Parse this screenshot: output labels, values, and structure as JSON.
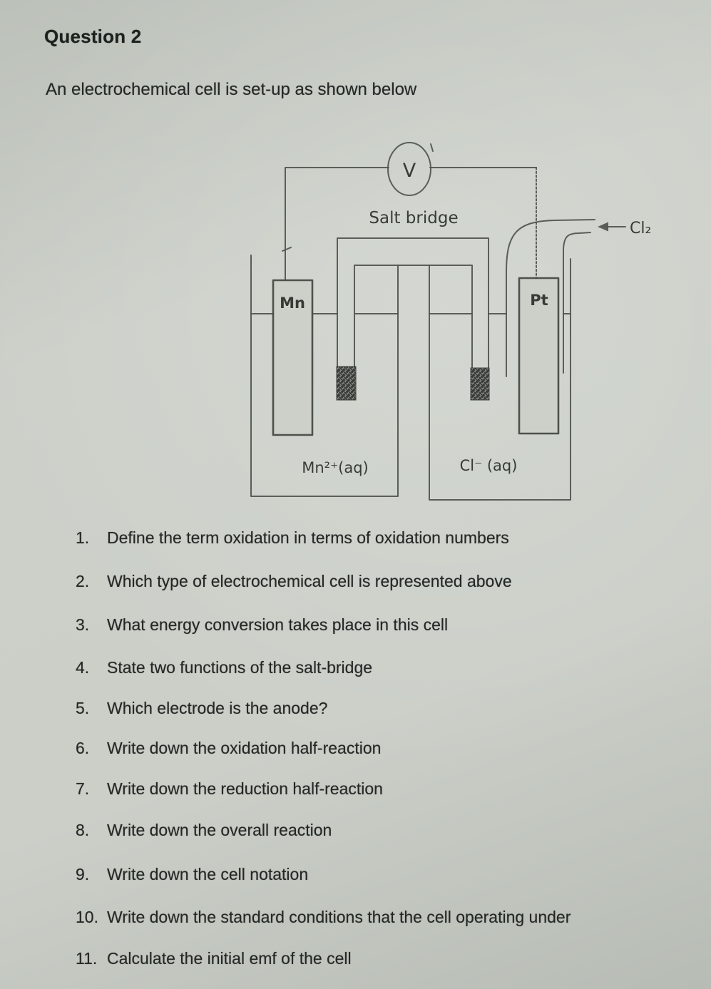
{
  "page": {
    "heading": "Question 2",
    "intro": "An electrochemical cell is set-up as shown below"
  },
  "colors": {
    "paper": "#c9cdc6",
    "ink": "#242825",
    "diagram_line": "#4f544e"
  },
  "diagram": {
    "voltmeter_label": "V",
    "salt_bridge_label": "Salt bridge",
    "left_electrode_label": "Mn",
    "right_electrode_label": "Pt",
    "left_solution_label": "Mn²⁺(aq)",
    "right_solution_label": "Cl⁻ (aq)",
    "gas_label": "Cl₂"
  },
  "questions": {
    "items": [
      {
        "num": "1.",
        "text": "Define the term oxidation in terms of oxidation numbers"
      },
      {
        "num": "2.",
        "text": "Which type of electrochemical cell is represented above"
      },
      {
        "num": "3.",
        "text": "What energy conversion takes place in this cell"
      },
      {
        "num": "4.",
        "text": "State two functions of the salt-bridge"
      },
      {
        "num": "5.",
        "text": "Which electrode is the anode?"
      },
      {
        "num": "6.",
        "text": "Write down the oxidation half-reaction"
      },
      {
        "num": "7.",
        "text": "Write down the reduction half-reaction"
      },
      {
        "num": "8.",
        "text": "Write down the overall reaction"
      },
      {
        "num": "9.",
        "text": "Write down the cell notation"
      },
      {
        "num": "10.",
        "text": "Write down the standard conditions that the cell operating under"
      },
      {
        "num": "11.",
        "text": "Calculate the initial emf of the cell"
      }
    ]
  }
}
